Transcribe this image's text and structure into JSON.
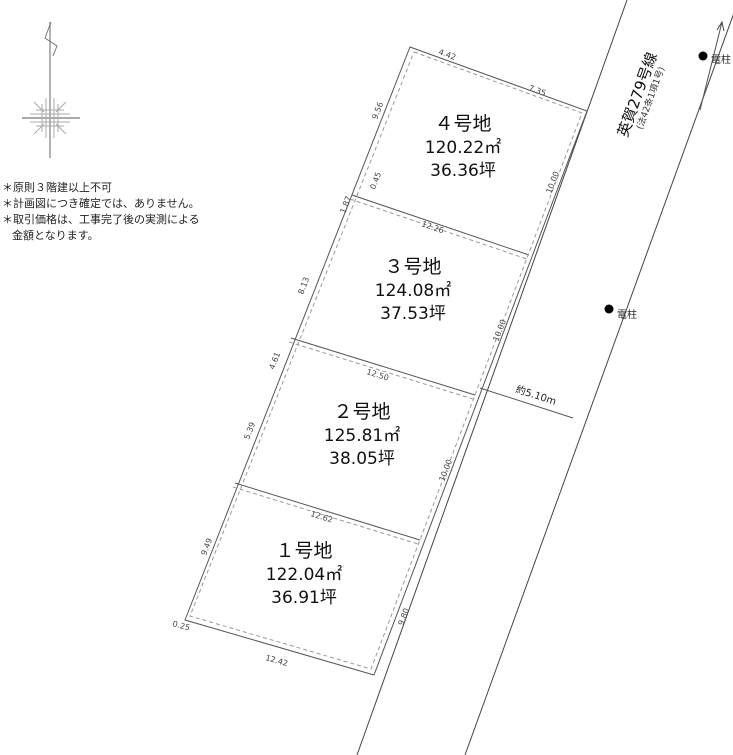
{
  "notes": [
    "＊原則３階建以上不可",
    "＊計画図につき確定では、ありません。",
    "＊取引価格は、工事完了後の実測による",
    "金額となります。"
  ],
  "road": {
    "name": "英賀279号線",
    "legal": "(法42条1項1号)",
    "width_label": "約5.10m"
  },
  "poles": [
    {
      "label": "電柱"
    },
    {
      "label": "電柱"
    }
  ],
  "lots": [
    {
      "name": "４号地",
      "area_m2": "120.22㎡",
      "area_tsubo": "36.36坪"
    },
    {
      "name": "３号地",
      "area_m2": "124.08㎡",
      "area_tsubo": "37.53坪"
    },
    {
      "name": "２号地",
      "area_m2": "125.81㎡",
      "area_tsubo": "38.05坪"
    },
    {
      "name": "１号地",
      "area_m2": "122.04㎡",
      "area_tsubo": "36.91坪"
    }
  ],
  "dimensions": {
    "d442": "4.42",
    "d735": "7.35",
    "d956": "9.56",
    "d045": "0.45",
    "d187": "1.87",
    "d1226": "12.26",
    "d1000a": "10.00",
    "d813": "8.13",
    "d461": "4.61",
    "d1250": "12.50",
    "d1000b": "10.00",
    "d539": "5.39",
    "d1000c": "10.00",
    "d1262": "12.62",
    "d949": "9.49",
    "d025": "0.25",
    "d1242": "12.42",
    "d980": "9.80"
  },
  "colors": {
    "line": "#555555",
    "text": "#111111"
  }
}
